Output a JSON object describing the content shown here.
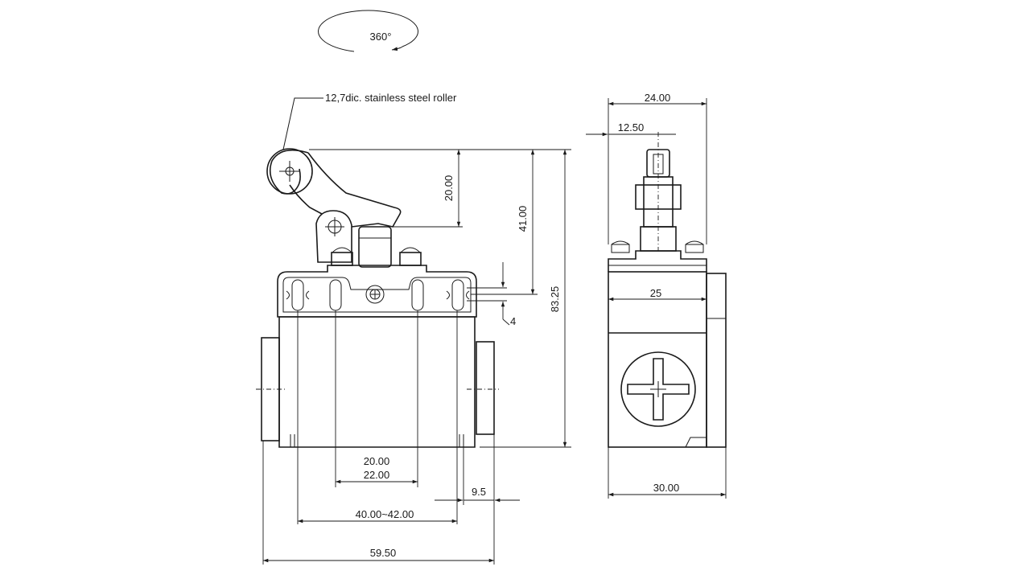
{
  "labels": {
    "rotation": "360°",
    "roller_note": "12,7dic. stainless steel roller",
    "dim_20_vertical": "20.00",
    "dim_41": "41.00",
    "dim_83": "83.25",
    "dim_4": "4",
    "dim_20_horizontal": "20.00",
    "dim_22": "22.00",
    "dim_9_5": "9.5",
    "dim_40_42": "40.00~42.00",
    "dim_59_50": "59.50",
    "dim_24": "24.00",
    "dim_12_50": "12.50",
    "dim_25": "25",
    "dim_30": "30.00"
  }
}
